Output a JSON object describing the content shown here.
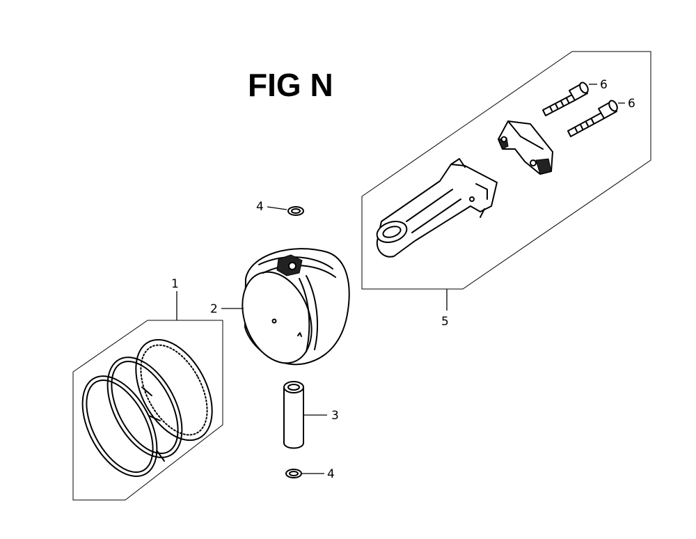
{
  "figure": {
    "title": "FIG N",
    "callouts": {
      "piston_ring_set": "1",
      "piston": "2",
      "piston_pin": "3",
      "pin_clip_top": "4",
      "pin_clip_bottom": "4",
      "connecting_rod_assembly": "5",
      "rod_bolt_upper": "6",
      "rod_bolt_lower": "6"
    }
  },
  "colors": {
    "line": "#000000",
    "background": "#ffffff"
  }
}
